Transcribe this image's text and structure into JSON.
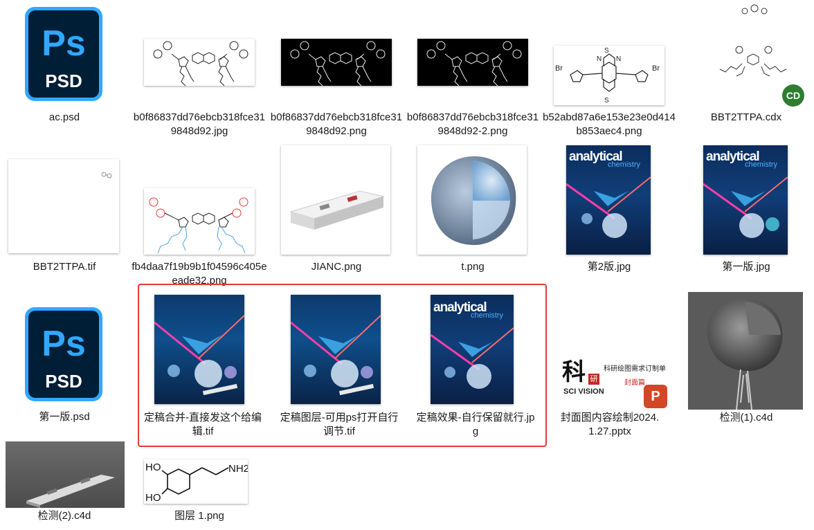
{
  "psd_icon": {
    "ps_text": "Ps",
    "psd_text": "PSD"
  },
  "files": [
    {
      "name": "ac.psd"
    },
    {
      "name": "b0f86837dd76ebcb318fce319848d92.jpg"
    },
    {
      "name": "b0f86837dd76ebcb318fce319848d92.png"
    },
    {
      "name": "b0f86837dd76ebcb318fce319848d92-2.png"
    },
    {
      "name": "b52abd87a6e153e23e0d414b853aec4.png"
    },
    {
      "name": "BBT2TTPA.cdx"
    },
    {
      "name": "BBT2TTPA.tif"
    },
    {
      "name": "fb4daa7f19b9b1f04596c405eeade32.png"
    },
    {
      "name": "JIANC.png"
    },
    {
      "name": "t.png"
    },
    {
      "name": "第2版.jpg"
    },
    {
      "name": "第一版.jpg"
    },
    {
      "name": "第一版.psd"
    },
    {
      "name": "定稿合并-直接发这个给编辑.tif"
    },
    {
      "name": "定稿图层-可用ps打开自行调节.tif"
    },
    {
      "name": "定稿效果-自行保留就行.jpg"
    },
    {
      "name": "封面图内容绘制2024.1.27.pptx"
    },
    {
      "name": "检测(1).c4d"
    },
    {
      "name": "检测(2).c4d"
    },
    {
      "name": "图层 1.png"
    }
  ],
  "cover": {
    "title_line1": "analytical",
    "title_line2": "chemistry"
  },
  "pptx_thumb": {
    "big_char": "科",
    "small_char": "研",
    "brand": "SCI VISION",
    "headline": "科研绘图需求订制单",
    "subheadline": "封面篇",
    "app_letter": "P"
  },
  "molecule_labels": {
    "s": "S",
    "n": "N",
    "br": "Br",
    "ho": "HO",
    "nh2": "NH2"
  },
  "cdx_badge": "CD",
  "colors": {
    "ps_blue": "#31a8ff",
    "ps_dark": "#001e36",
    "selection": "#e53935",
    "ppt_orange": "#d24726",
    "cdx_green": "#2e7d32"
  }
}
